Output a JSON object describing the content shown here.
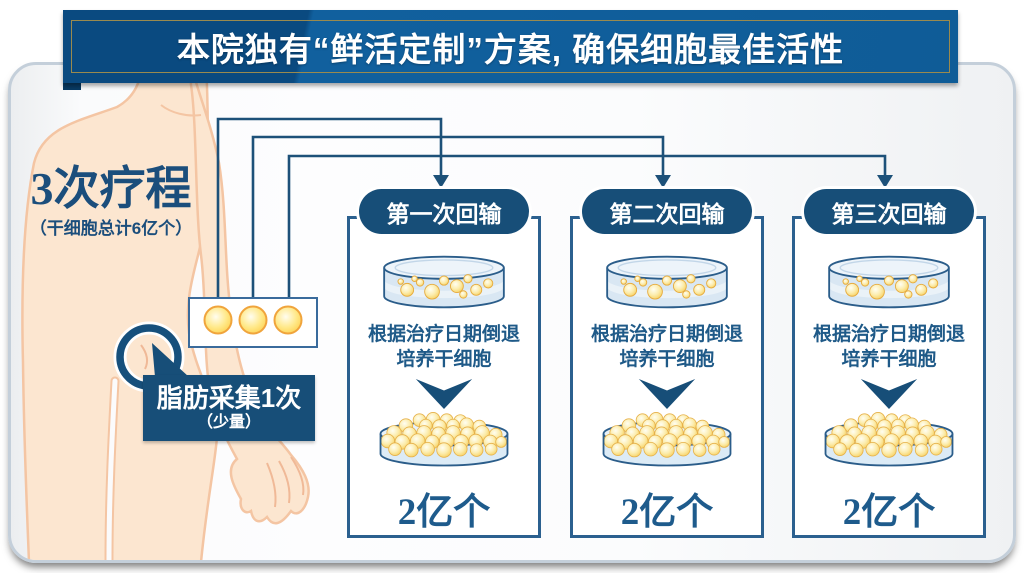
{
  "banner": {
    "title": "本院独有“鲜活定制”方案, 确保细胞最佳活性"
  },
  "plan": {
    "title": "3次疗程",
    "subtitle": "（干细胞总计6亿个）"
  },
  "collection": {
    "label": "脂肪采集1次",
    "sublabel": "（少量）"
  },
  "columns": [
    {
      "header": "第一次回输",
      "process_line1": "根据治疗日期倒退",
      "process_line2": "培养干细胞",
      "amount": "2亿个"
    },
    {
      "header": "第二次回输",
      "process_line1": "根据治疗日期倒退",
      "process_line2": "培养干细胞",
      "amount": "2亿个"
    },
    {
      "header": "第三次回输",
      "process_line1": "根据治疗日期倒退",
      "process_line2": "培养干细胞",
      "amount": "2亿个"
    }
  ],
  "colors": {
    "navy": "#174e78",
    "banner_blue": "#0f5c97",
    "gold_border": "#9a8a4e",
    "line_blue": "#1d5179",
    "text_blue": "#1f5a88",
    "cell_yellow": "#f7cd55",
    "cell_outline": "#e6b14a",
    "dish_blue": "#dcebf6",
    "dish_outline": "#2b5d8a",
    "skin": "#fce6d0",
    "skin_outline": "#f4c5a3"
  }
}
